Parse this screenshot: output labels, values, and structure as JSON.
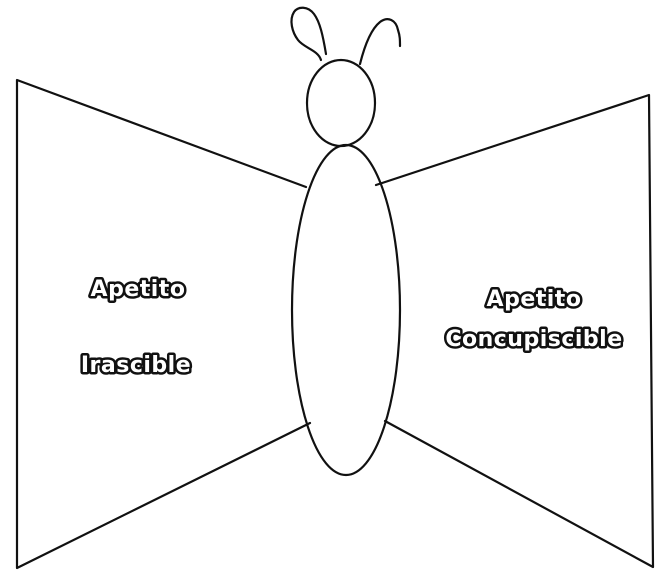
{
  "left_wing": {
    "line1": "Apetito",
    "line2": "Irascible"
  },
  "right_wing": {
    "line1": "Apetito",
    "line2": "Concupiscible"
  }
}
